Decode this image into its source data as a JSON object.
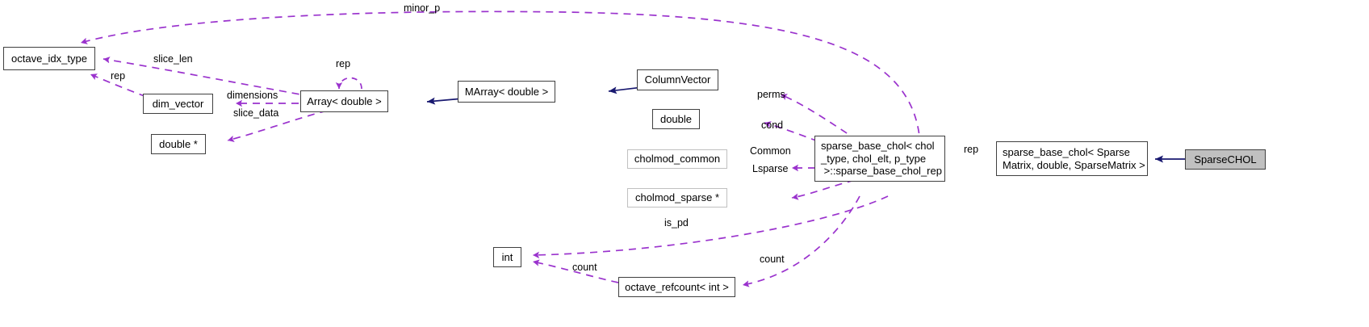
{
  "diagram": {
    "title": "SparseCHOL collaboration diagram",
    "colors": {
      "usage_edge": "#9a32cd",
      "inheritance_edge": "#191970",
      "node_border": "#404040",
      "node_border_light": "#c0c0c0",
      "node_fill_highlight": "#c0c0c0",
      "node_fill": "#ffffff",
      "text": "#000000",
      "background": "#ffffff"
    },
    "nodes": [
      {
        "id": "octave_idx_type",
        "label": "octave_idx_type",
        "style": "normal"
      },
      {
        "id": "dim_vector",
        "label": "dim_vector",
        "style": "normal"
      },
      {
        "id": "double_ptr",
        "label": "double *",
        "style": "normal"
      },
      {
        "id": "array_double",
        "label": "Array< double >",
        "style": "normal"
      },
      {
        "id": "marray_double",
        "label": "MArray< double >",
        "style": "normal"
      },
      {
        "id": "columnvector",
        "label": "ColumnVector",
        "style": "normal"
      },
      {
        "id": "double",
        "label": "double",
        "style": "normal"
      },
      {
        "id": "cholmod_common",
        "label": "cholmod_common",
        "style": "light"
      },
      {
        "id": "cholmod_sparse_ptr",
        "label": "cholmod_sparse *",
        "style": "light"
      },
      {
        "id": "int",
        "label": "int",
        "style": "normal"
      },
      {
        "id": "octave_refcount_int",
        "label": "octave_refcount< int >",
        "style": "normal"
      },
      {
        "id": "sparse_base_chol_rep",
        "label": "sparse_base_chol< chol\n_type, chol_elt, p_type\n >::sparse_base_chol_rep",
        "style": "normal"
      },
      {
        "id": "sparse_base_chol_sparsematrix",
        "label": "sparse_base_chol< Sparse\nMatrix, double, SparseMatrix >",
        "style": "normal"
      },
      {
        "id": "sparsechol",
        "label": "SparseCHOL",
        "style": "filled"
      }
    ],
    "edge_labels": [
      {
        "id": "minor_p",
        "text": "minor_p"
      },
      {
        "id": "slice_len",
        "text": "slice_len"
      },
      {
        "id": "rep_left",
        "text": "rep"
      },
      {
        "id": "rep_self",
        "text": "rep"
      },
      {
        "id": "dimensions",
        "text": "dimensions"
      },
      {
        "id": "slice_data",
        "text": "slice_data"
      },
      {
        "id": "perms",
        "text": "perms"
      },
      {
        "id": "cond",
        "text": "cond"
      },
      {
        "id": "common",
        "text": "Common"
      },
      {
        "id": "lsparse",
        "text": "Lsparse"
      },
      {
        "id": "is_pd",
        "text": "is_pd"
      },
      {
        "id": "count_left",
        "text": "count"
      },
      {
        "id": "count_right",
        "text": "count"
      },
      {
        "id": "rep_right",
        "text": "rep"
      }
    ]
  }
}
